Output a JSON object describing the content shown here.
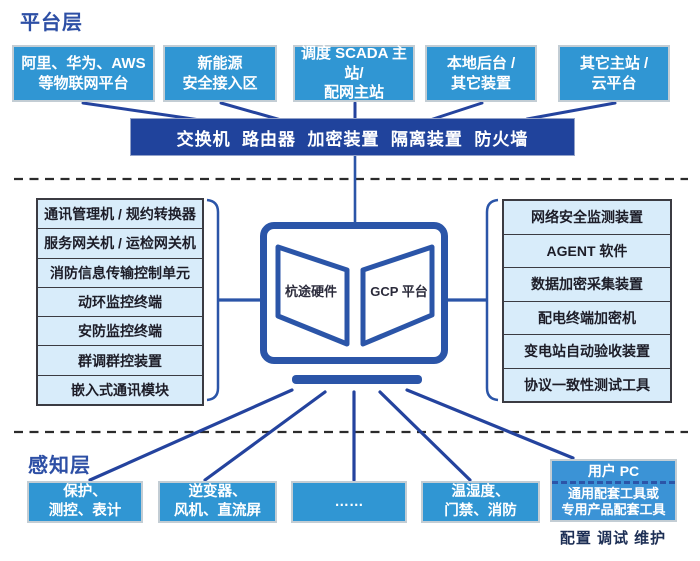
{
  "platform_layer": {
    "title": "平台层",
    "top_boxes": [
      "阿里、华为、AWS\n等物联网平台",
      "新能源\n安全接入区",
      "调度 SCADA 主站/\n配网主站",
      "本地后台 /\n其它装置",
      "其它主站 /\n云平台"
    ],
    "network_bar": "交换机  路由器  加密装置  隔离装置  防火墙"
  },
  "middle_layer": {
    "left_devices": [
      "通讯管理机 / 规约转换器",
      "服务网关机 / 运检网关机",
      "消防信息传输控制单元",
      "动环监控终端",
      "安防监控终端",
      "群调群控装置",
      "嵌入式通讯模块"
    ],
    "right_devices": [
      "网络安全监测装置",
      "AGENT 软件",
      "数据加密采集装置",
      "配电终端加密机",
      "变电站自动验收装置",
      "协议一致性测试工具"
    ],
    "monitor": {
      "left_page": "杭途硬件",
      "right_page": "GCP 平台"
    }
  },
  "perception_layer": {
    "title": "感知层",
    "sensor_boxes": [
      "保护、\n测控、表计",
      "逆变器、\n风机、直流屏",
      "……",
      "温湿度、\n门禁、消防"
    ],
    "user_pc": {
      "header": "用户 PC",
      "body": "通用配套工具或\n专用产品配套工具",
      "caption": "配置 调试 维护"
    }
  },
  "colors": {
    "node_blue": "#3096d3",
    "bar_navy": "#20439c",
    "cell_light_blue": "#d8ecfa",
    "line_blue": "#2b55a8",
    "diagonal_blue": "#24439e",
    "title_blue": "#2d4fa5"
  }
}
